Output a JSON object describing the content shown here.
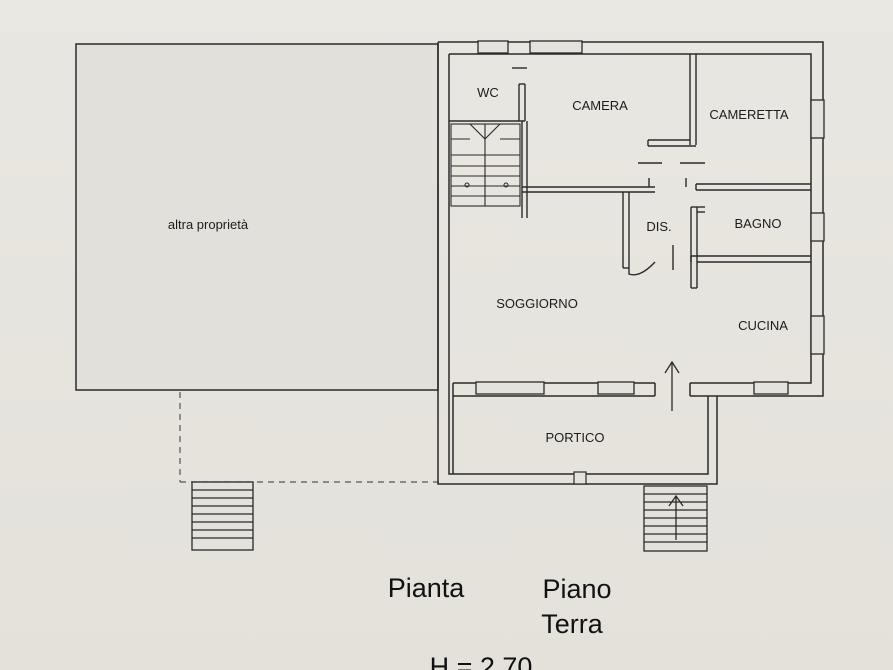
{
  "plan": {
    "neighbour_label": "altra proprietà",
    "rooms": {
      "wc": "WC",
      "camera": "CAMERA",
      "cameretta": "CAMERETTA",
      "dis": "DIS.",
      "bagno": "BAGNO",
      "soggiorno": "SOGGIORNO",
      "cucina": "CUCINA",
      "portico": "PORTICO"
    }
  },
  "caption": {
    "pianta": "Pianta",
    "piano": "Piano",
    "terra": "Terra",
    "height": "H = 2,70"
  }
}
